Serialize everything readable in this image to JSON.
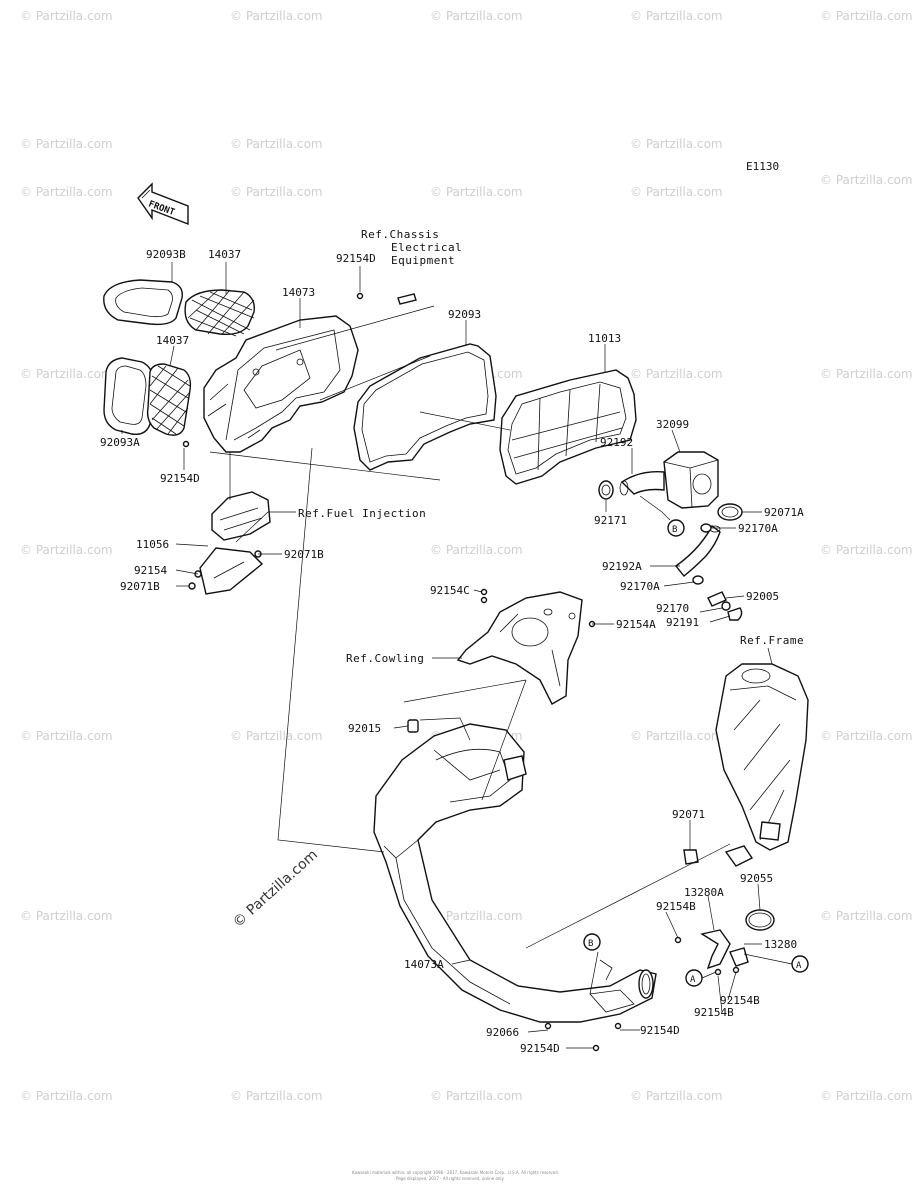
{
  "diagram_code": "E1130",
  "front_label": "FRONT",
  "watermark": "© Partzilla.com",
  "diagonal_watermark": "© Partzilla.com",
  "footer": {
    "line1": "Kawasaki materials within, all copyright 1998 - 2017, Kawasaki Motors Corp., U.S.A. All rights reserved.",
    "line2": "Page displayed, 2017 - All rights reserved, online only."
  },
  "refs": {
    "chassis_1": "Ref.Chassis",
    "chassis_2": "Electrical",
    "chassis_3": "Equipment",
    "fuel_injection": "Ref.Fuel Injection",
    "cowling": "Ref.Cowling",
    "frame": "Ref.Frame"
  },
  "callouts": {
    "a1": "A",
    "a2": "A",
    "b1": "B",
    "b2": "B"
  },
  "parts": [
    "92093B",
    "14037",
    "14073",
    "92154D",
    "92093",
    "14037",
    "92093A",
    "92154D",
    "11013",
    "32099",
    "92192",
    "92171",
    "92071A",
    "92170A",
    "92192A",
    "92170A",
    "92005",
    "92170",
    "92191",
    "11056",
    "92154",
    "92071B",
    "92071B",
    "92154C",
    "92154A",
    "92015",
    "92071",
    "92055",
    "13280A",
    "92154B",
    "13280",
    "14073A",
    "92154B",
    "92154B",
    "92066",
    "92154D",
    "92154D"
  ]
}
